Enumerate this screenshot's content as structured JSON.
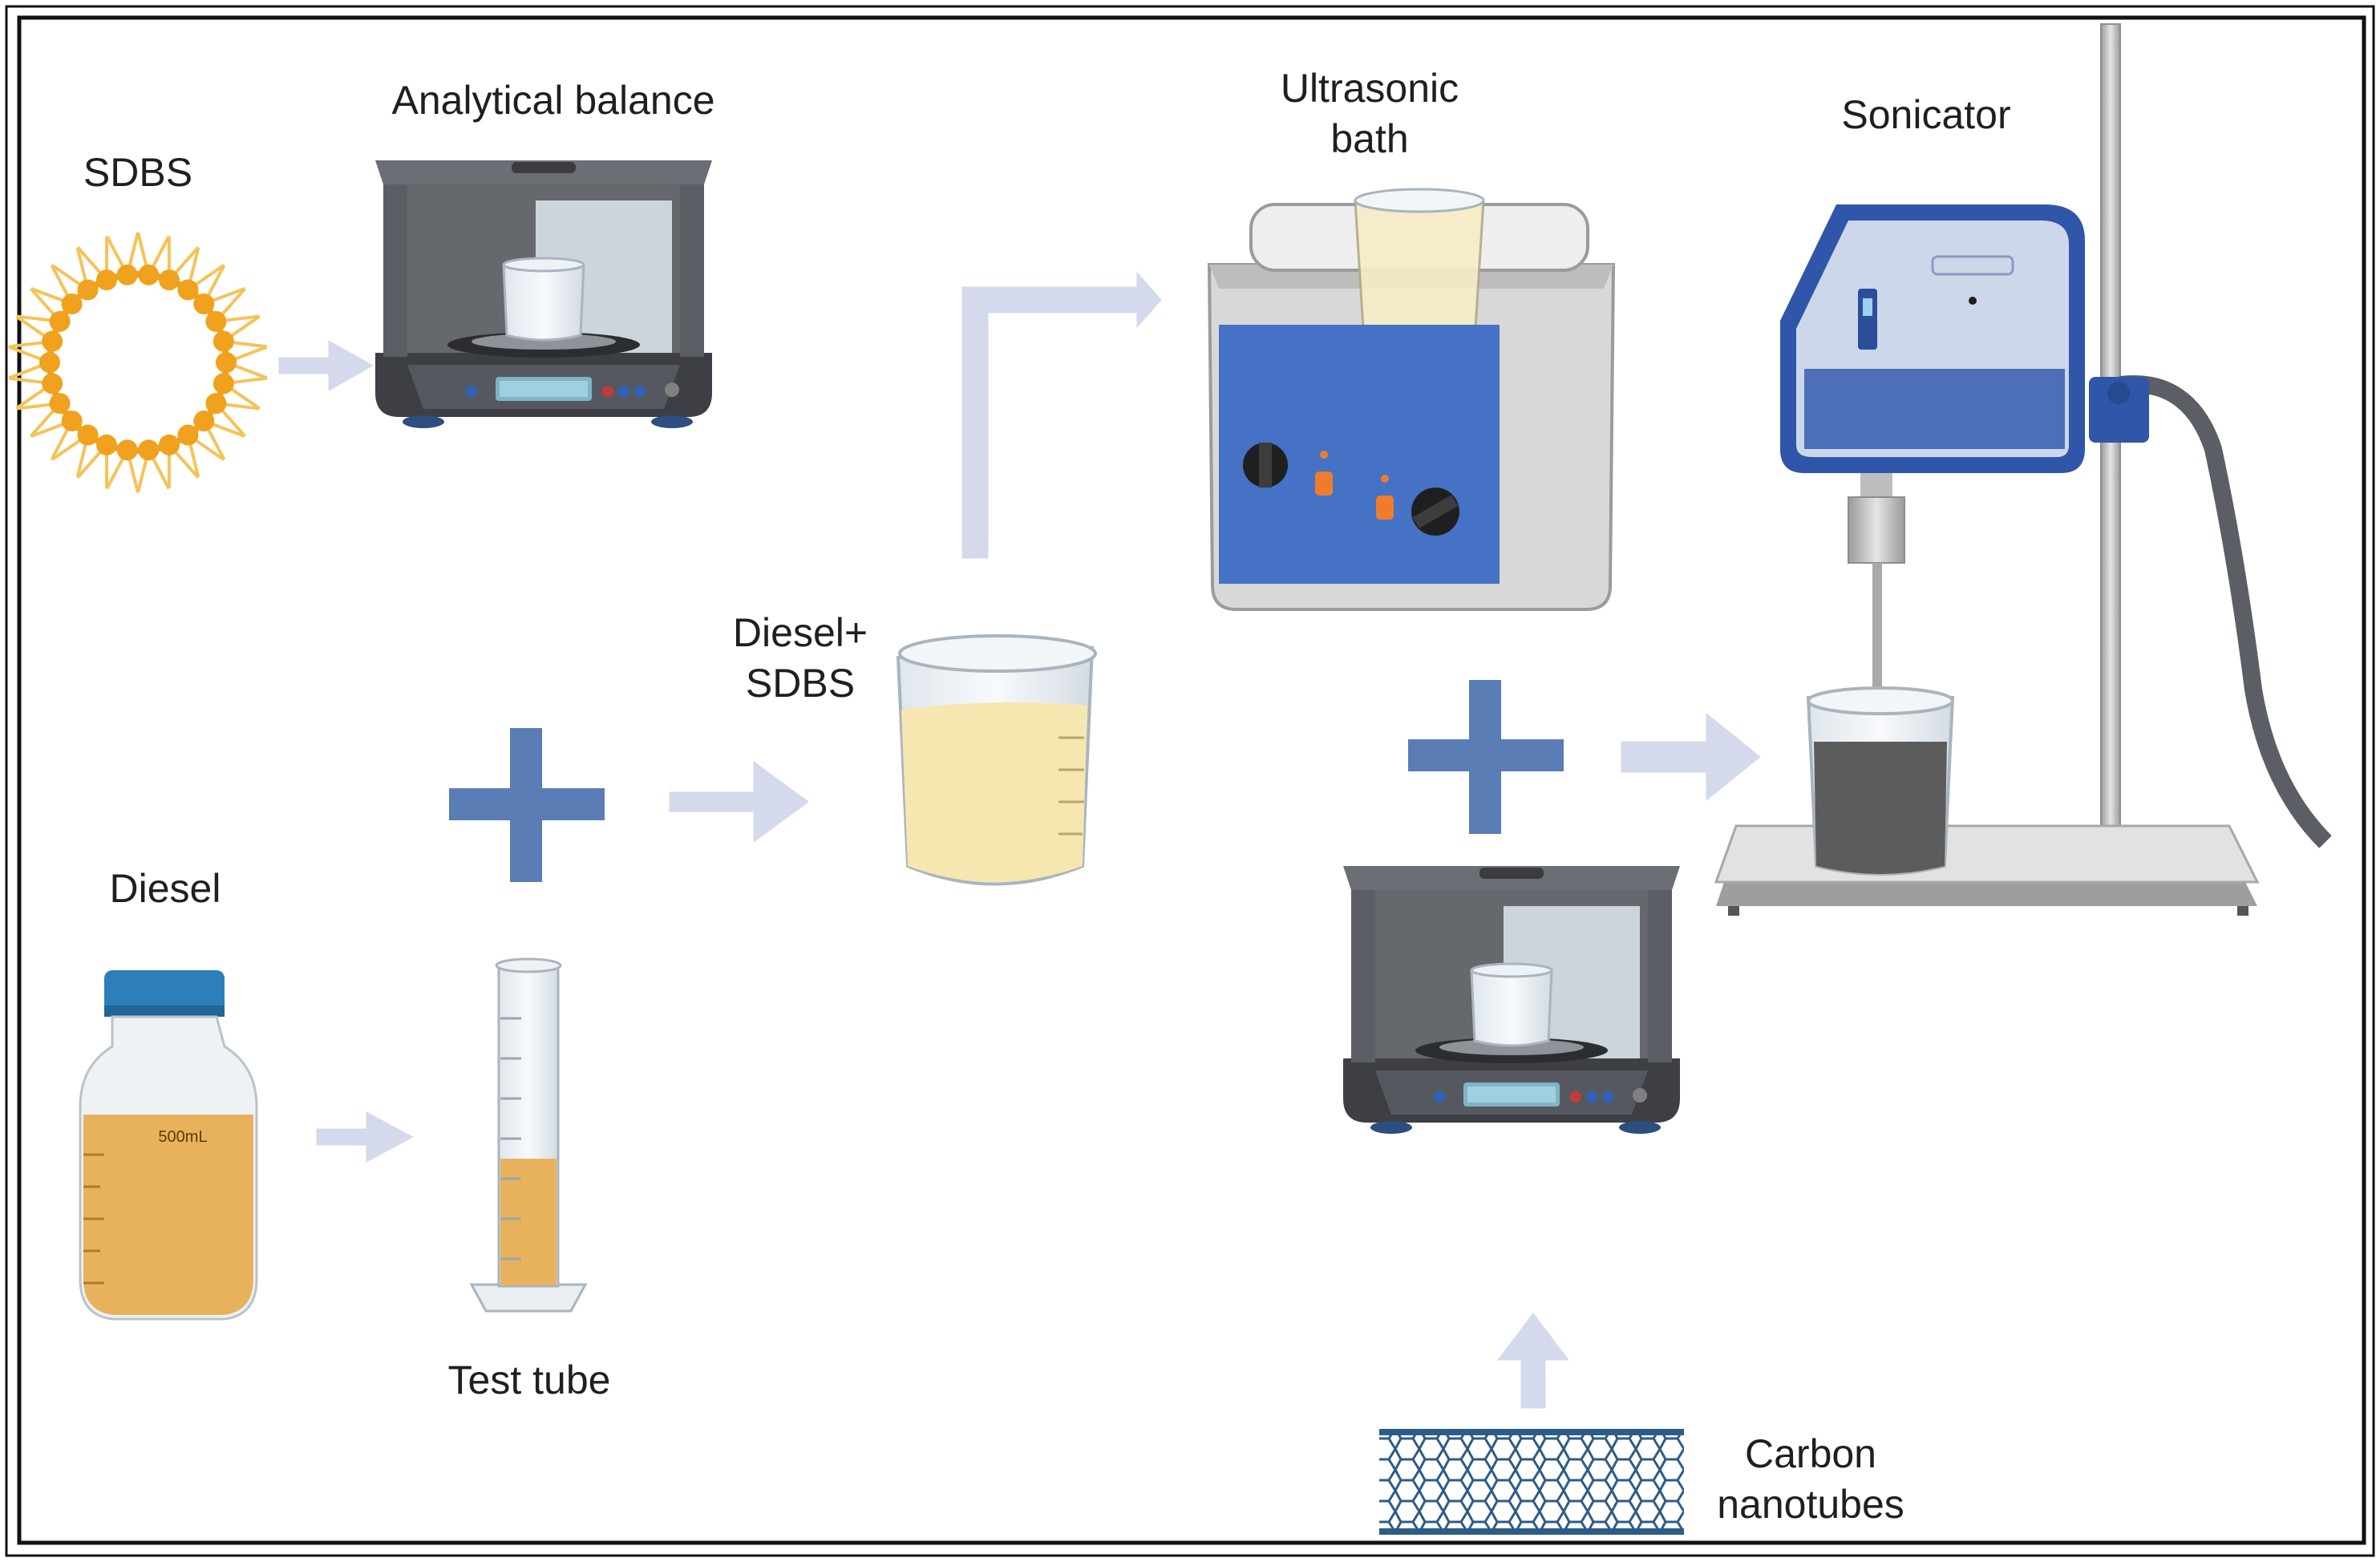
{
  "labels": {
    "sdbs": "SDBS",
    "analytical_balance": "Analytical balance",
    "ultrasonic_line1": "Ultrasonic",
    "ultrasonic_line2": "bath",
    "sonicator": "Sonicator",
    "diesel_sdbs_line1": "Diesel+",
    "diesel_sdbs_line2": "SDBS",
    "diesel": "Diesel",
    "test_tube": "Test tube",
    "cnt_line1": "Carbon",
    "cnt_line2": "nanotubes",
    "bottle_volume": "500mL"
  },
  "colors": {
    "arrow": "#d5d9ec",
    "plus": "#5a7db5",
    "sdbs_orange": "#f0a11e",
    "diesel_liquid": "#e8b25c",
    "mixture_liquid": "#f6e6b0",
    "cnt_blue": "#2d5c86",
    "bath_panel": "#4572c4",
    "sonicator_body": "#2f56a8",
    "dark_liquid": "#5c5c5c"
  }
}
